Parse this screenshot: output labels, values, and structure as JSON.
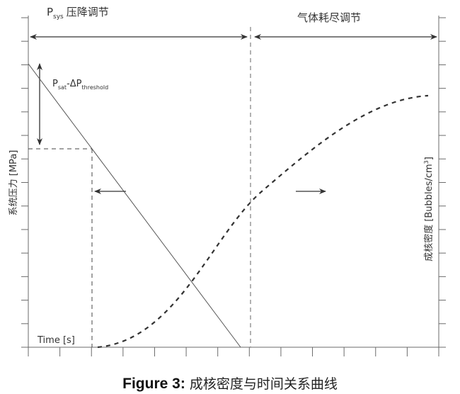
{
  "diagram": {
    "left_phase_label": "压降调节",
    "left_phase_symbol": "P",
    "left_phase_sub": "sys",
    "right_phase_label": "气体耗尽调节",
    "threshold_label_p": "P",
    "threshold_label_sat": "sat",
    "threshold_label_delta": "-ΔP",
    "threshold_label_sub": "threshold",
    "y_left_label": "系统压力 [MPa]",
    "y_right_label": "成核密度 [Bubbles/cm",
    "y_right_label_sup": "3",
    "y_right_label_end": "]",
    "x_label": "Time [s]",
    "caption_bold": "Figure 3:",
    "caption_text": "成核密度与时间关系曲线",
    "colors": {
      "axis": "#6b6b6b",
      "line": "#444444"
    }
  }
}
